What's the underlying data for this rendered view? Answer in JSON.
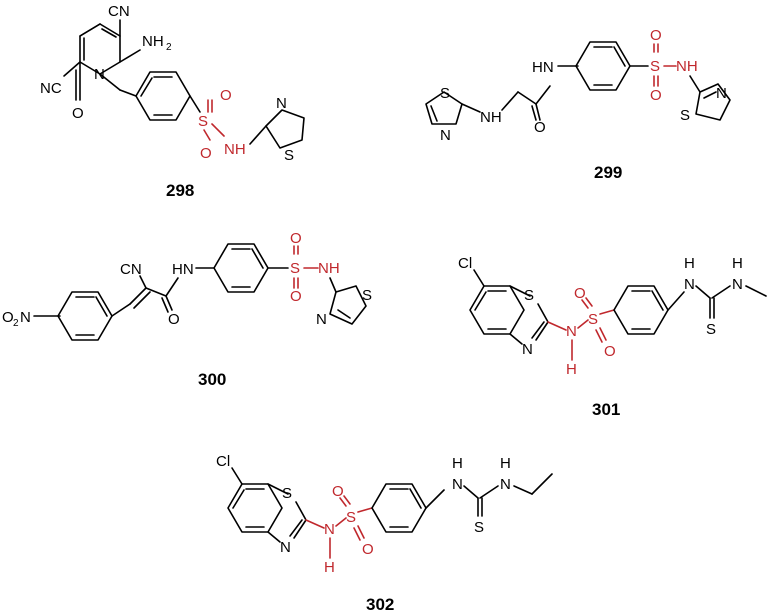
{
  "compounds": [
    {
      "number": "298",
      "atoms": {
        "cn_top": "CN",
        "nh2": "NH",
        "nh2_sub": "2",
        "cn_left": "NC",
        "n_ring": "N",
        "o_carbonyl": "O",
        "s": "S",
        "o1": "O",
        "o2": "O",
        "nh": "NH",
        "thz_n": "N",
        "thz_s": "S"
      }
    },
    {
      "number": "299",
      "atoms": {
        "thz_s": "S",
        "thz_n": "N",
        "nh_link": "NH",
        "hn_amide": "HN",
        "o": "O",
        "s": "S",
        "o1": "O",
        "o2": "O",
        "nh": "NH",
        "thz2_n": "N",
        "thz2_s": "S"
      }
    },
    {
      "number": "300",
      "atoms": {
        "o2n": "O",
        "o2n_sub": "2",
        "o2n_n": "N",
        "cn": "CN",
        "hn": "HN",
        "o": "O",
        "s": "S",
        "o1": "O",
        "o2": "O",
        "nh": "NH",
        "thz_s": "S",
        "thz_n": "N"
      }
    },
    {
      "number": "301",
      "atoms": {
        "cl": "Cl",
        "s_ring": "S",
        "n_ring": "N",
        "nh": "N",
        "nh_h": "H",
        "s": "S",
        "o1": "O",
        "o2": "O",
        "h1": "H",
        "n1": "N",
        "h2": "H",
        "n2": "N",
        "s_thio": "S"
      }
    },
    {
      "number": "302",
      "atoms": {
        "cl": "Cl",
        "s_ring": "S",
        "n_ring": "N",
        "nh": "N",
        "nh_h": "H",
        "s": "S",
        "o1": "O",
        "o2": "O",
        "h1": "H",
        "n1": "N",
        "h2": "H",
        "n2": "N",
        "s_thio": "S"
      }
    }
  ],
  "colors": {
    "sulfonamide": "#c0282d",
    "default": "#000000"
  }
}
